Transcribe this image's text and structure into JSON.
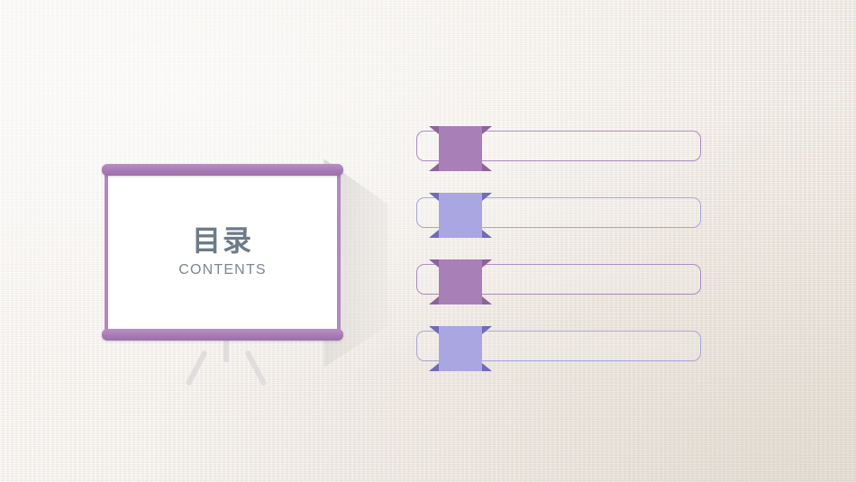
{
  "slide": {
    "kind": "presentation-slide",
    "background_color": "#f1ece7",
    "background_style": "linen-paper-texture"
  },
  "projector": {
    "name": "projector-screen",
    "title": "目录",
    "subtitle": "CONTENTS",
    "frame_color": "#a87bb4",
    "canvas_color": "#ffffff",
    "title_color": "#6d7b89",
    "subtitle_color": "#7b8694",
    "stand_color": "#dfdedd"
  },
  "rows": [
    {
      "index": "1",
      "variant": "c-mauve",
      "ribbon_color": "#a87fb6",
      "ribbon_fold_color": "#8d6499",
      "bar_border_color": "#ac8cc2",
      "label": "",
      "ribbon_label": ""
    },
    {
      "index": "2",
      "variant": "c-peri",
      "ribbon_color": "#a9a6e2",
      "ribbon_fold_color": "#6f6bb8",
      "bar_border_color": "#a9a6d8",
      "label": "",
      "ribbon_label": ""
    },
    {
      "index": "3",
      "variant": "c-mauve",
      "ribbon_color": "#a87fb6",
      "ribbon_fold_color": "#8d6499",
      "bar_border_color": "#ac8cc2",
      "label": "",
      "ribbon_label": ""
    },
    {
      "index": "4",
      "variant": "c-peri",
      "ribbon_color": "#a9a6e2",
      "ribbon_fold_color": "#6f6bb8",
      "bar_border_color": "#a9a6d8",
      "label": "",
      "ribbon_label": ""
    }
  ]
}
